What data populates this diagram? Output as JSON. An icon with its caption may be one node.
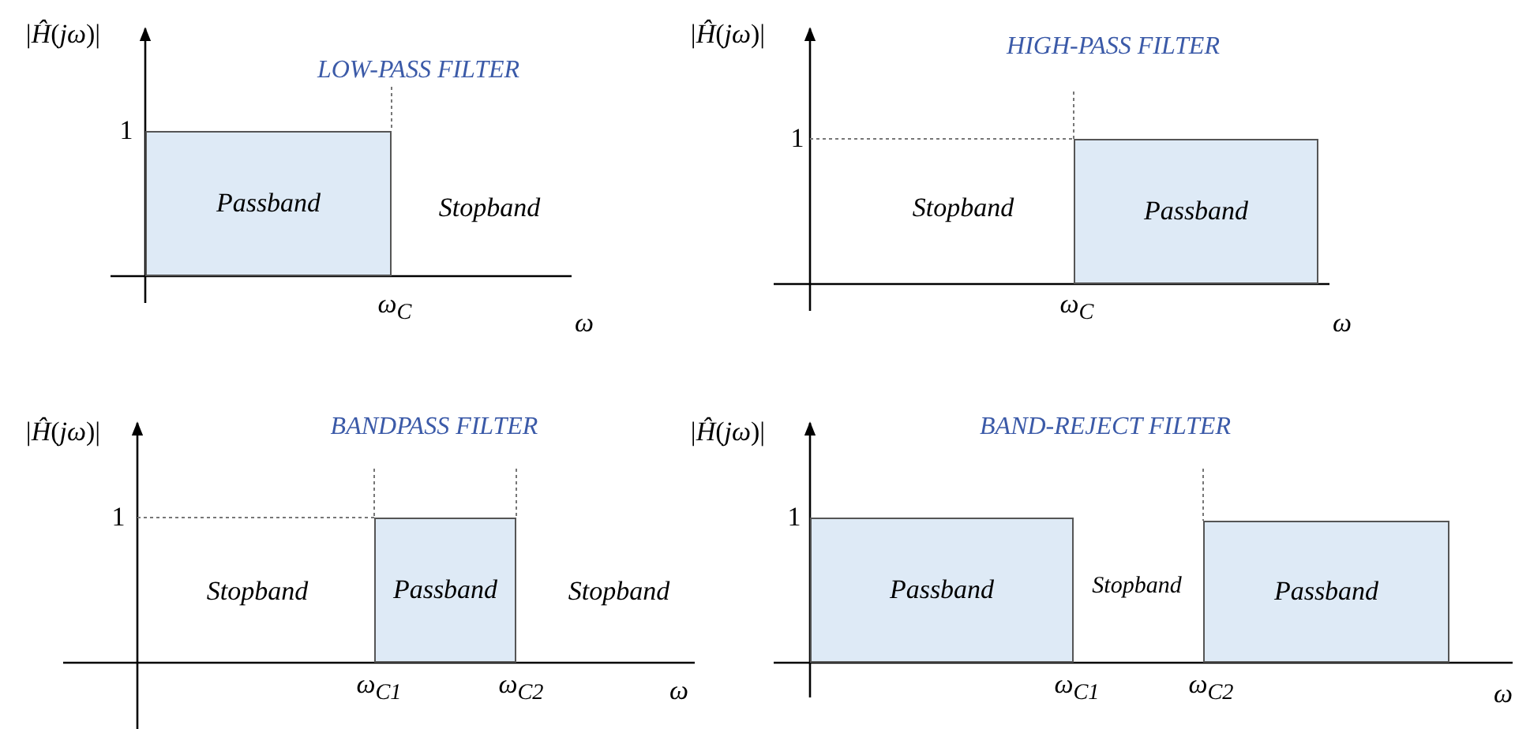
{
  "diagram": {
    "nodes": [
      {
        "text": [
          "Passband"
        ]
      },
      {
        "text": [
          "Passband"
        ]
      },
      {
        "text": [
          "Passband"
        ]
      },
      {
        "text": [
          "Passband"
        ]
      },
      {
        "text": [
          "Passband"
        ]
      }
    ],
    "labels": [
      "|*Ĥ*(*jω*)|",
      "LOW-PASS FILTER",
      "1",
      "Stopband",
      "ω$_{C}$",
      "ω",
      "|*Ĥ*(*jω*)|",
      "HIGH-PASS FILTER",
      "1",
      "Stopband",
      "ω$_{C}$",
      "ω",
      "|*Ĥ*(*jω*)|",
      "BANDPASS FILTER",
      "1",
      "Stopband",
      "Stopband",
      "ω$_{C1}$",
      "ω$_{C2}$",
      "ω",
      "|*Ĥ*(*jω*)|",
      "BAND-REJECT FILTER",
      "1",
      "Stopband",
      "ω$_{C1}$",
      "ω$_{C2}$",
      "ω"
    ]
  }
}
